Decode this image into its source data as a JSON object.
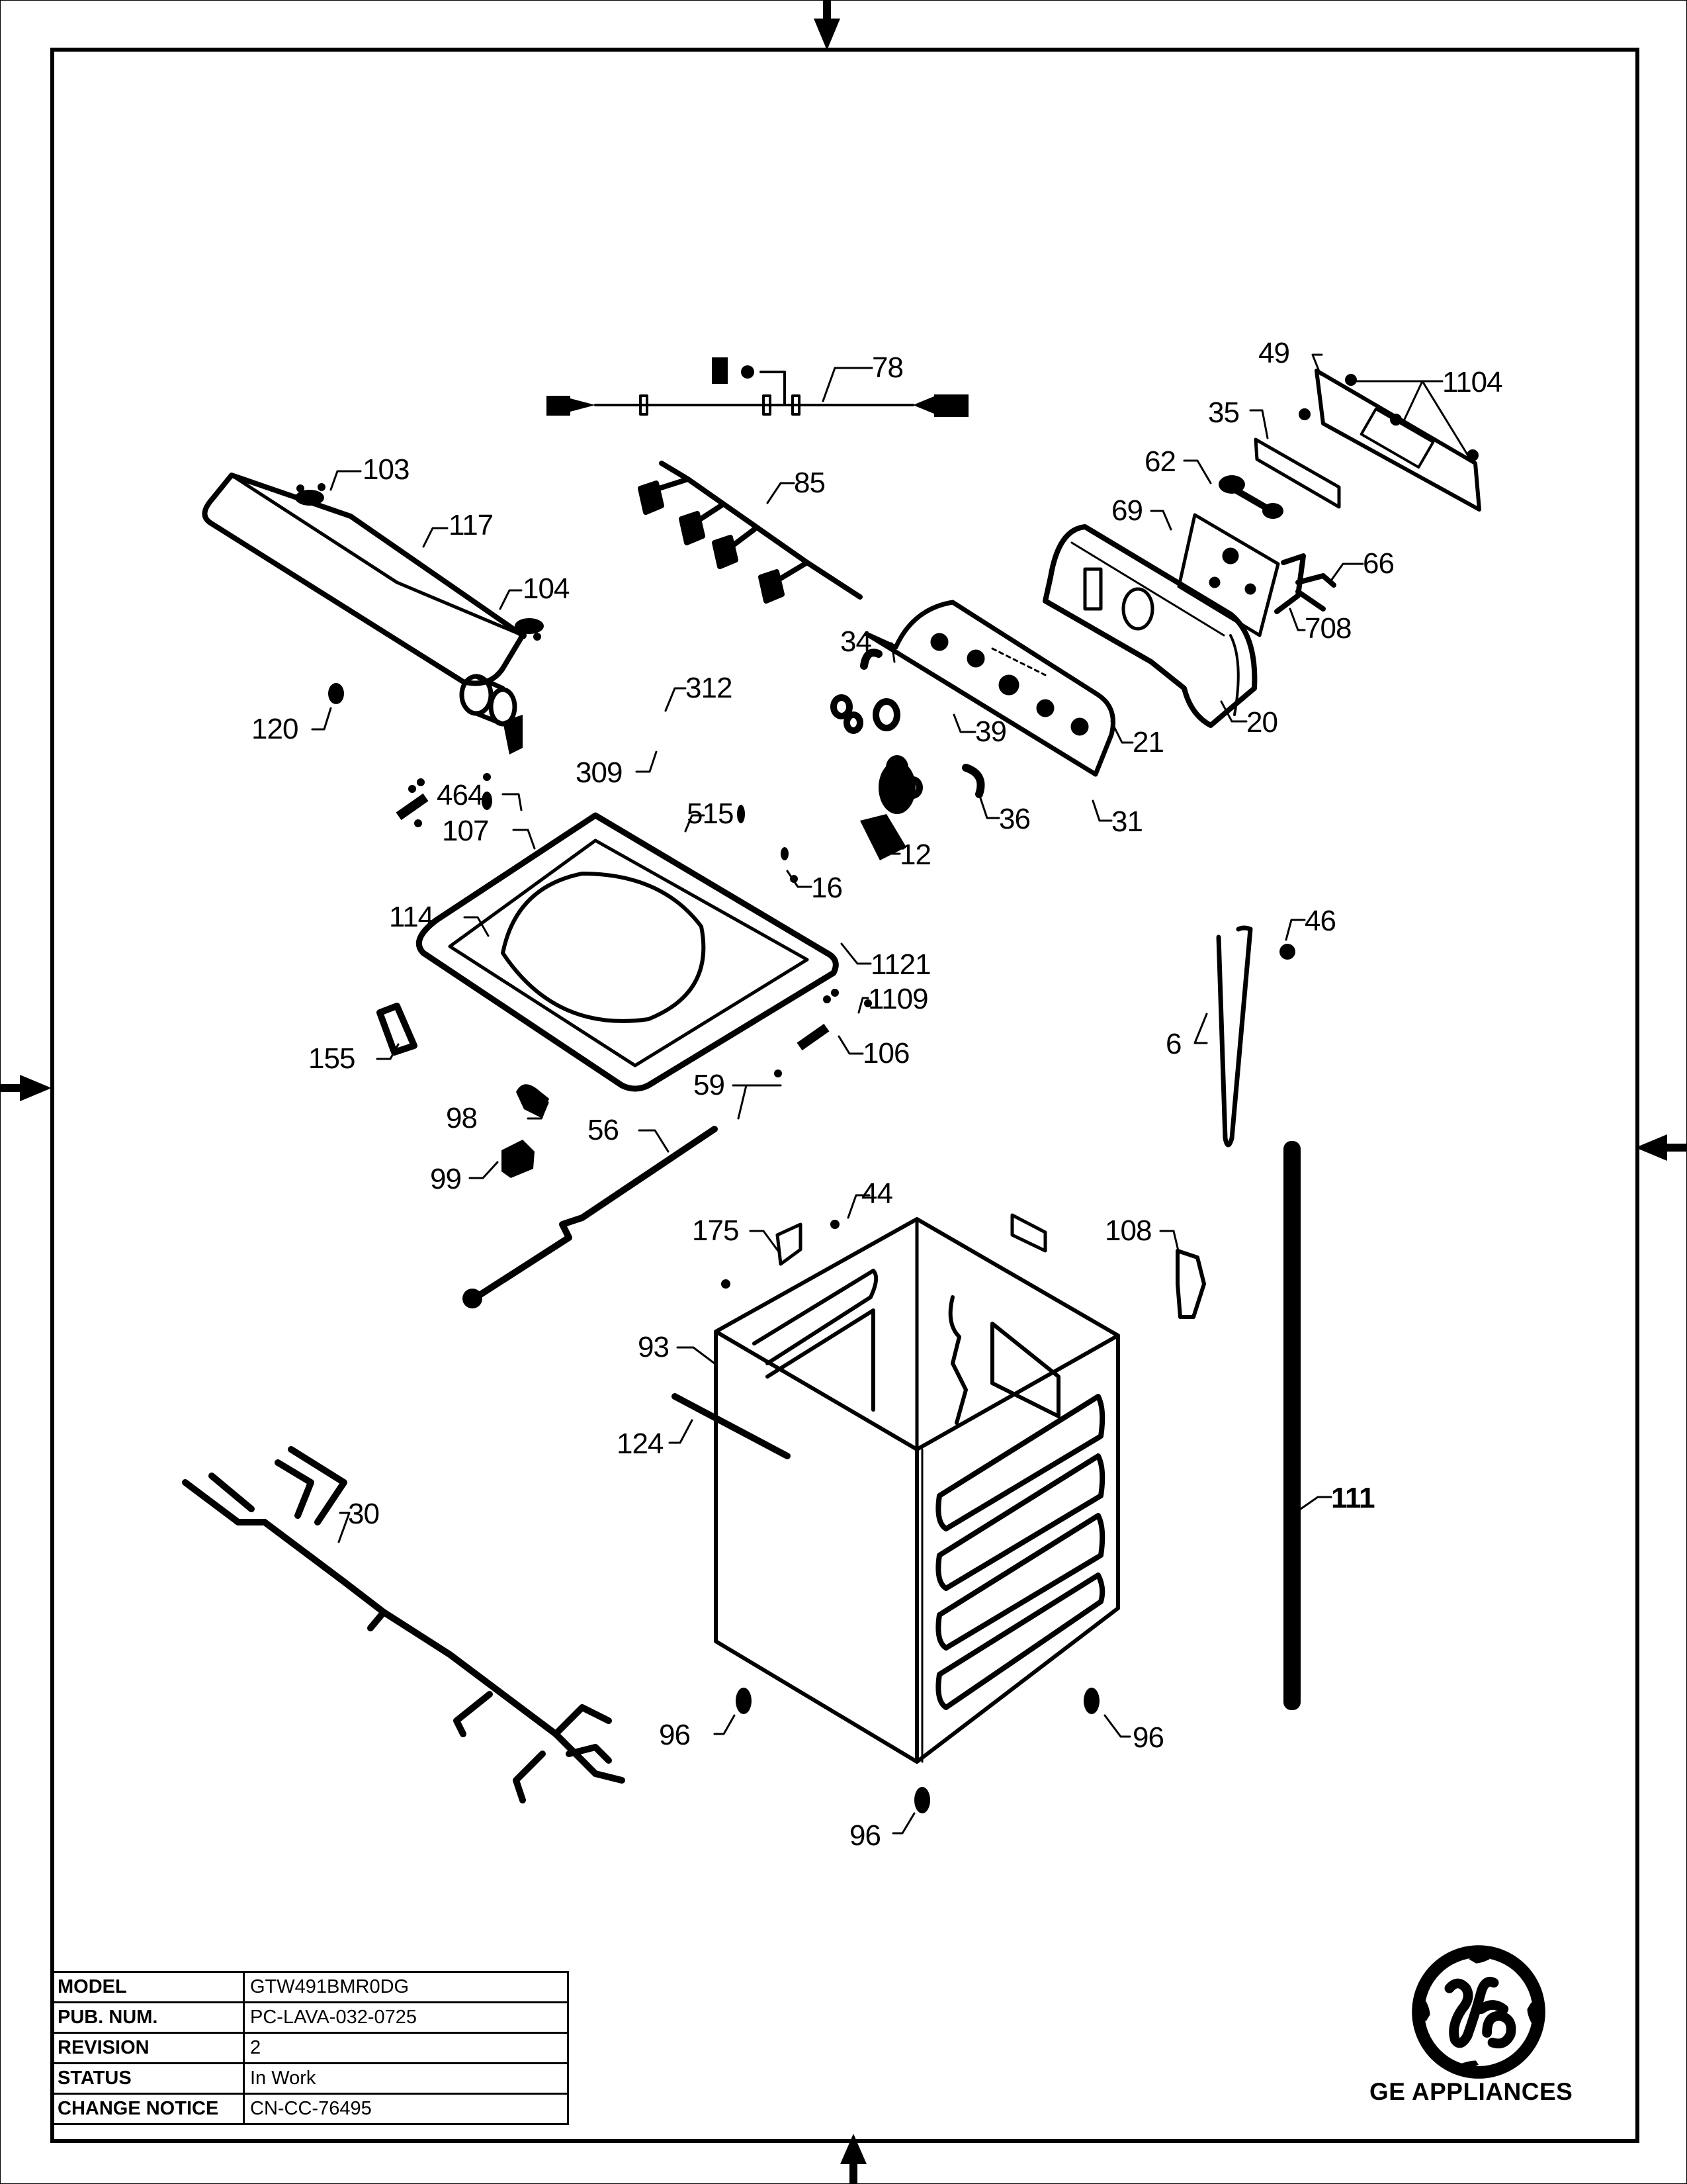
{
  "document": {
    "type": "exploded parts diagram",
    "brand_text": "GE APPLIANCES",
    "logo": "ge-monogram-logo"
  },
  "title_block": [
    {
      "key": "MODEL",
      "value": "GTW491BMR0DG"
    },
    {
      "key": "PUB. NUM.",
      "value": "PC-LAVA-032-0725"
    },
    {
      "key": "REVISION",
      "value": "2"
    },
    {
      "key": "STATUS",
      "value": "In Work"
    },
    {
      "key": "CHANGE NOTICE",
      "value": "CN-CC-76495"
    }
  ],
  "callouts": {
    "c78": "78",
    "c49": "49",
    "c1104": "1104",
    "c35": "35",
    "c62": "62",
    "c85": "85",
    "c103": "103",
    "c117": "117",
    "c104": "104",
    "c69": "69",
    "c66": "66",
    "c708": "708",
    "c34": "34",
    "c20": "20",
    "c21": "21",
    "c39": "39",
    "c120": "120",
    "c312": "312",
    "c309": "309",
    "c36": "36",
    "c31": "31",
    "c464": "464",
    "c515": "515",
    "c107": "107",
    "c12": "12",
    "c16": "16",
    "c114": "114",
    "c46": "46",
    "c1121": "1121",
    "c1109": "1109",
    "c106": "106",
    "c155": "155",
    "c6": "6",
    "c59": "59",
    "c98": "98",
    "c56": "56",
    "c99": "99",
    "c44": "44",
    "c175": "175",
    "c108": "108",
    "c93": "93",
    "c124": "124",
    "c111": "111",
    "c30": "30",
    "c96a": "96",
    "c96b": "96",
    "c96c": "96"
  },
  "registration_marks": [
    "top-arrow",
    "bottom-arrow",
    "left-arrow",
    "right-arrow"
  ]
}
